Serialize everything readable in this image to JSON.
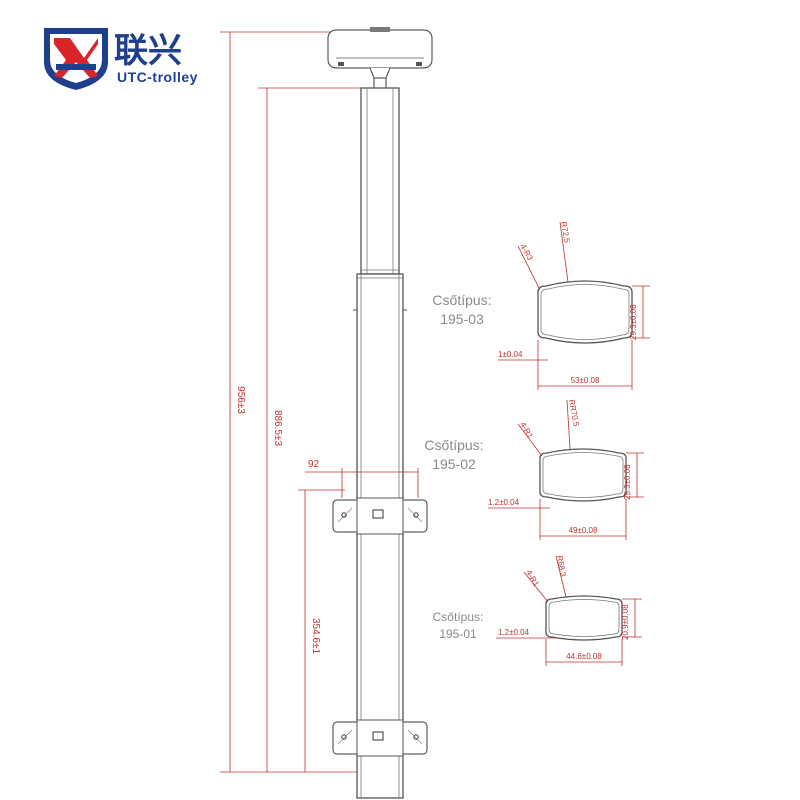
{
  "brand": {
    "name_cn": "联兴",
    "name_en": "UTC-trolley",
    "colors": {
      "primary": "#1f3f8c",
      "accent": "#d9252a"
    }
  },
  "drawing": {
    "dimension_color": "#c0302a",
    "dimensions": {
      "total_height": "956±3",
      "tube_height": "886.5±3",
      "clamp_spacing": "354.6±1",
      "clamp_width": "92"
    }
  },
  "profiles": [
    {
      "type_label": "Csőtípus:",
      "type_code": "195-03",
      "corner_radius": "4-R3",
      "arc_radius": "R72.5",
      "height": "29.3±0.08",
      "width": "53±0.08",
      "wall": "1±0.04"
    },
    {
      "type_label": "Csőtípus:",
      "type_code": "195-02",
      "corner_radius": "4-R1",
      "arc_radius": "RR70.5",
      "height": "25.3±0.08",
      "width": "49±0.08",
      "wall": "1.2±0.04"
    },
    {
      "type_label": "Csőtípus:",
      "type_code": "195-01",
      "corner_radius": "4-R1",
      "arc_radius": "R68.3",
      "height": "20.9±0.08",
      "width": "44.6±0.08",
      "wall": "1.2±0.04"
    }
  ]
}
